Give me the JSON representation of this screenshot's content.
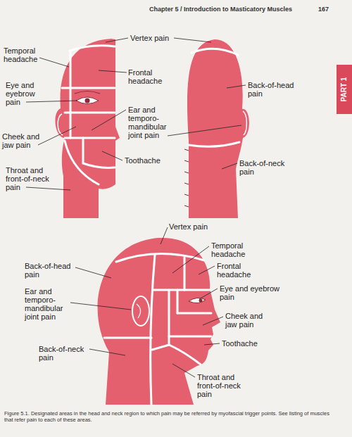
{
  "diagram": {
    "caption": "Figure 5.1. Designated areas in the head and neck region to which pain may be referred by myofascial trigger points. See listing of muscles that refer pain to each of these areas.",
    "labels": [
      "Chapter 5 / Introduction to Masticatory Muscles",
      "167",
      "PART 1",
      "Vertex pain",
      "Temporal headache",
      "Frontal headache",
      "Eye and eyebrow pain",
      "Back-of-head pain",
      "Ear and temporo-mandibular joint pain",
      "Cheek and jaw pain",
      "Toothache",
      "Back-of-neck pain",
      "Throat and front-of-neck pain",
      "Vertex pain",
      "Temporal headache",
      "Frontal headache",
      "Back-of-head pain",
      "Eye and eyebrow pain",
      "Ear and temporo-mandibular joint pain",
      "Cheek and jaw pain",
      "Toothache",
      "Back-of-neck pain",
      "Throat and front-of-neck pain"
    ]
  }
}
